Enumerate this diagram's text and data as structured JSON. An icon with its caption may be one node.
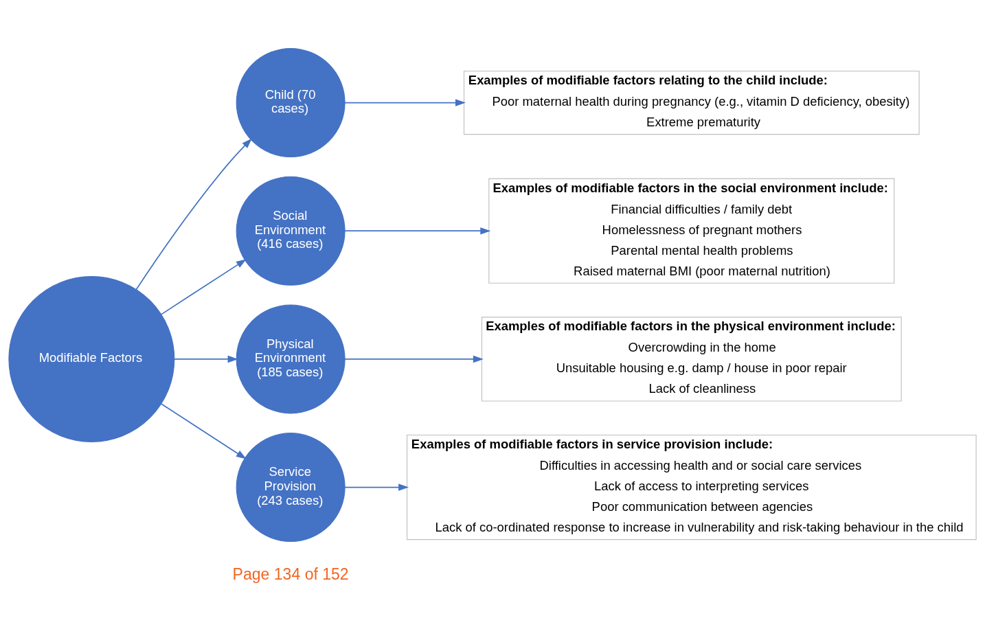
{
  "diagram": {
    "nodes": [
      {
        "text": [
          "Modifiable Factors"
        ]
      },
      {
        "text": [
          "Child (70 cases)"
        ]
      },
      {
        "text": [
          "Social Environment (416 cases)"
        ]
      },
      {
        "text": [
          "Physical Environment (185 cases)"
        ]
      },
      {
        "text": [
          "Service Provision (243 cases)"
        ]
      },
      {
        "text": [
          "Examples of modifiable factors relating to the child include:",
          "Poor maternal health during pregnancy (e.g., vitamin D deficiency, obesity)",
          "Extreme prematurity"
        ]
      },
      {
        "text": [
          "Examples of modifiable factors in the social environment include:",
          "Financial difficulties / family debt",
          "Homelessness of pregnant mothers",
          "Parental mental health problems",
          "Raised maternal BMI (poor maternal nutrition)"
        ]
      },
      {
        "text": [
          "Examples of modifiable factors in the physical environment include:",
          "Overcrowding in the home",
          "Unsuitable housing e.g. damp / house in poor repair",
          "Lack of cleanliness"
        ]
      },
      {
        "text": [
          "Examples of modifiable factors in service provision include:",
          "Difficulties in accessing health and or social care services",
          "Lack of access to interpreting services",
          "Poor communication between agencies",
          "Lack of co-ordinated response to increase in vulnerability and risk-taking behaviour in the child"
        ]
      }
    ],
    "edges": [
      {
        "from": 0,
        "to": 1,
        "arrow": "to"
      },
      {
        "from": 0,
        "to": 2,
        "arrow": "to"
      },
      {
        "from": 0,
        "to": 3,
        "arrow": "to"
      },
      {
        "from": 0,
        "to": 4,
        "arrow": "to"
      },
      {
        "from": 1,
        "to": 5,
        "arrow": "to"
      },
      {
        "from": 2,
        "to": 6,
        "arrow": "to"
      },
      {
        "from": 3,
        "to": 7,
        "arrow": "to"
      },
      {
        "from": 4,
        "to": 8,
        "arrow": "to"
      }
    ],
    "labels": [
      "Page 134 of 152"
    ]
  }
}
